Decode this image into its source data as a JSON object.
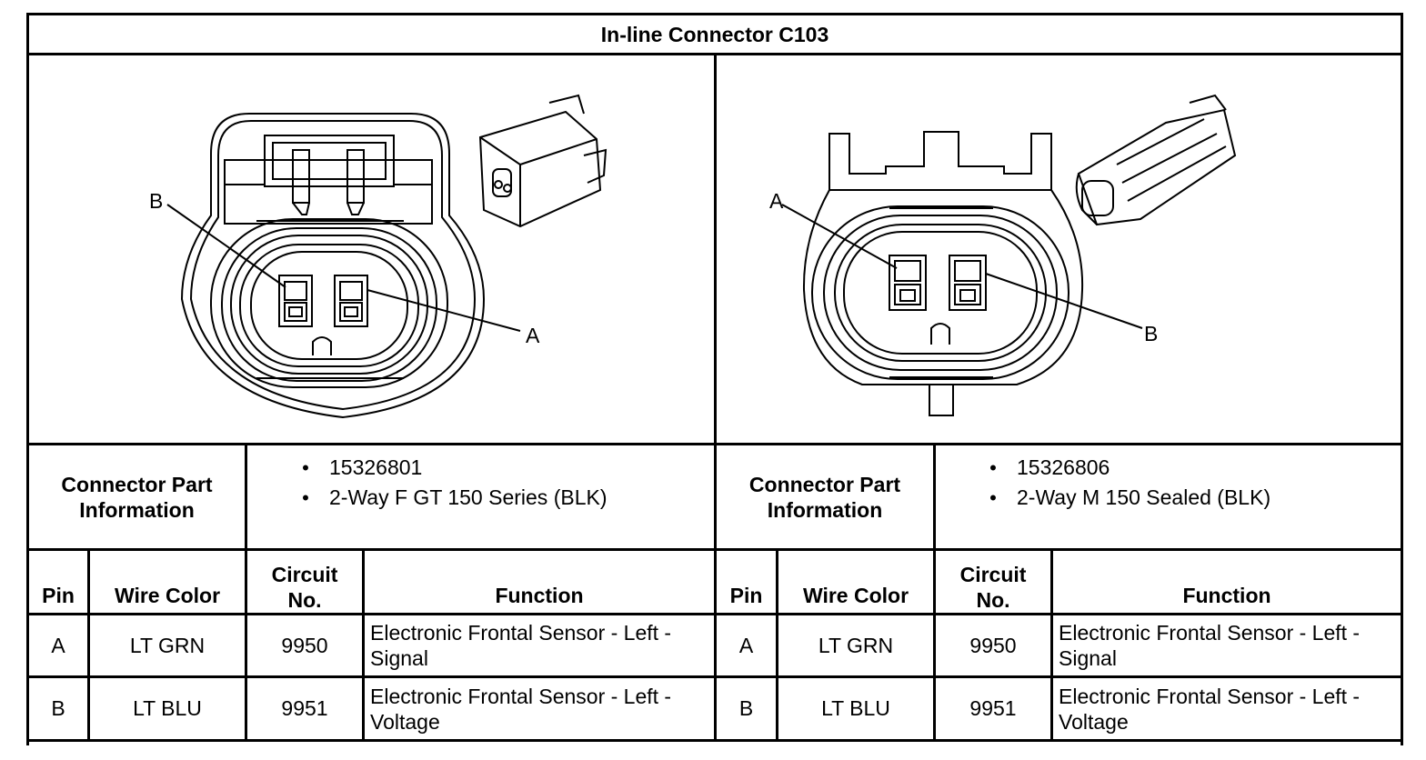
{
  "title": "In-line Connector C103",
  "left": {
    "diagram": {
      "label_b": "B",
      "label_a": "A"
    },
    "part_info_label": "Connector Part Information",
    "part_items": [
      "15326801",
      "2-Way F GT 150 Series (BLK)"
    ],
    "headers": {
      "pin": "Pin",
      "wire_color": "Wire Color",
      "circuit": "Circuit No.",
      "function": "Function"
    },
    "rows": [
      {
        "pin": "A",
        "wire_color": "LT GRN",
        "circuit": "9950",
        "function": "Electronic Frontal Sensor - Left - Signal"
      },
      {
        "pin": "B",
        "wire_color": "LT BLU",
        "circuit": "9951",
        "function": "Electronic Frontal Sensor - Left - Voltage"
      }
    ]
  },
  "right": {
    "diagram": {
      "label_a": "A",
      "label_b": "B"
    },
    "part_info_label": "Connector Part Information",
    "part_items": [
      "15326806",
      "2-Way M 150 Sealed (BLK)"
    ],
    "headers": {
      "pin": "Pin",
      "wire_color": "Wire Color",
      "circuit": "Circuit No.",
      "function": "Function"
    },
    "rows": [
      {
        "pin": "A",
        "wire_color": "LT GRN",
        "circuit": "9950",
        "function": "Electronic Frontal Sensor - Left - Signal"
      },
      {
        "pin": "B",
        "wire_color": "LT BLU",
        "circuit": "9951",
        "function": "Electronic Frontal Sensor - Left - Voltage"
      }
    ]
  }
}
